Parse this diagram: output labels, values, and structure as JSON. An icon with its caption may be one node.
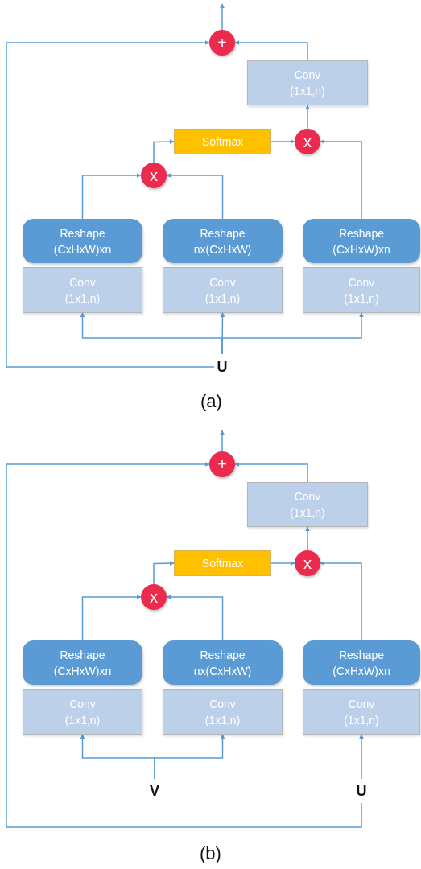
{
  "diagram": {
    "nodes": [
      {
        "text": [
          "+"
        ]
      },
      {
        "text": [
          "Conv",
          "(1x1,n)"
        ]
      },
      {
        "text": [
          "Softmax"
        ]
      },
      {
        "text": [
          "x"
        ]
      },
      {
        "text": [
          "x"
        ]
      },
      {
        "text": [
          "Reshape",
          "(CxHxW)xn"
        ]
      },
      {
        "text": [
          "Reshape",
          "nx(CxHxW)"
        ]
      },
      {
        "text": [
          "Reshape",
          "(CxHxW)xn"
        ]
      },
      {
        "text": [
          "Conv",
          "(1x1,n)"
        ]
      },
      {
        "text": [
          "Conv",
          "(1x1,n)"
        ]
      },
      {
        "text": [
          "Conv",
          "(1x1,n)"
        ]
      },
      {
        "text": [
          "U"
        ]
      },
      {
        "text": [
          "+"
        ]
      },
      {
        "text": [
          "Conv",
          "(1x1,n)"
        ]
      },
      {
        "text": [
          "Softmax"
        ]
      },
      {
        "text": [
          "x"
        ]
      },
      {
        "text": [
          "x"
        ]
      },
      {
        "text": [
          "Reshape",
          "(CxHxW)xn"
        ]
      },
      {
        "text": [
          "Reshape",
          "nx(CxHxW)"
        ]
      },
      {
        "text": [
          "Reshape",
          "(CxHxW)xn"
        ]
      },
      {
        "text": [
          "Conv",
          "(1x1,n)"
        ]
      },
      {
        "text": [
          "Conv",
          "(1x1,n)"
        ]
      },
      {
        "text": [
          "Conv",
          "(1x1,n)"
        ]
      },
      {
        "text": [
          "V"
        ]
      },
      {
        "text": [
          "U"
        ]
      }
    ],
    "edges": [
      {
        "from": 0,
        "to": null,
        "arrow": "to"
      },
      {
        "from": 11,
        "to": 0,
        "arrow": "to"
      },
      {
        "from": 1,
        "to": 0,
        "arrow": "to"
      },
      {
        "from": 3,
        "to": 1,
        "arrow": "to"
      },
      {
        "from": 2,
        "to": 3,
        "arrow": "to"
      },
      {
        "from": 4,
        "to": 2,
        "arrow": "to"
      },
      {
        "from": 5,
        "to": 4,
        "arrow": "to"
      },
      {
        "from": 6,
        "to": 4,
        "arrow": "to"
      },
      {
        "from": 7,
        "to": 3,
        "arrow": "to"
      },
      {
        "from": 11,
        "to": 8,
        "arrow": "to"
      },
      {
        "from": 11,
        "to": 9,
        "arrow": "to"
      },
      {
        "from": 11,
        "to": 10,
        "arrow": "to"
      },
      {
        "from": 12,
        "to": null,
        "arrow": "to"
      },
      {
        "from": 24,
        "to": 12,
        "arrow": "to"
      },
      {
        "from": 13,
        "to": 12,
        "arrow": "to"
      },
      {
        "from": 15,
        "to": 13,
        "arrow": "to"
      },
      {
        "from": 14,
        "to": 15,
        "arrow": "to"
      },
      {
        "from": 16,
        "to": 14,
        "arrow": "to"
      },
      {
        "from": 17,
        "to": 16,
        "arrow": "to"
      },
      {
        "from": 18,
        "to": 16,
        "arrow": "to"
      },
      {
        "from": 19,
        "to": 15,
        "arrow": "to"
      },
      {
        "from": 23,
        "to": 20,
        "arrow": "to"
      },
      {
        "from": 23,
        "to": 21,
        "arrow": "to"
      },
      {
        "from": 24,
        "to": 22,
        "arrow": "to"
      }
    ],
    "labels": [
      "(a)",
      "(b)"
    ]
  }
}
